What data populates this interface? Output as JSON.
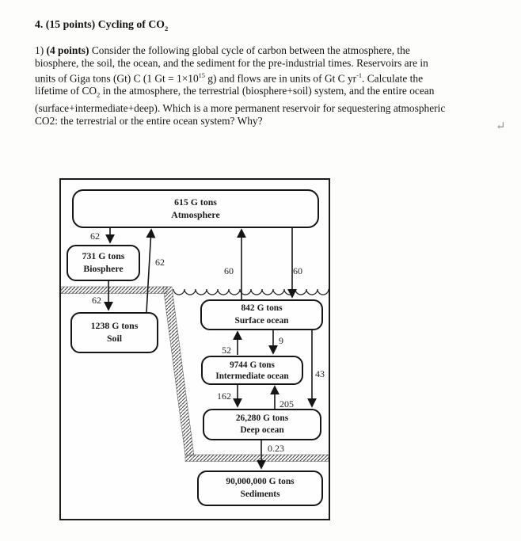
{
  "title": {
    "text": "4. (15 points) Cycling of CO",
    "sub": "2"
  },
  "question": {
    "l1_num": "1) ",
    "l1_bold": "(4 points)",
    "l1_rest": " Consider the following global cycle of carbon between the atmosphere, the",
    "l2": "biosphere, the soil, the ocean, and the sediment for the pre-industrial times. Reservoirs are in",
    "l3_a": "units of Giga tons (Gt) C (1 Gt = 1×10",
    "l3_sup1": "15",
    "l3_b": " g) and flows are in units of Gt C yr",
    "l3_sup2": "-1",
    "l3_c": ". Calculate the",
    "l4_a": "lifetime of CO",
    "l4_sub": "2",
    "l4_b": " in the atmosphere, the terrestrial (biosphere+soil) system, and the entire ocean",
    "l5": "(surface+intermediate+deep). Which is a more permanent reservoir for sequestering atmospheric",
    "l6": "CO2: the terrestrial or the entire ocean system? Why?"
  },
  "return_symbol": "↵",
  "diagram": {
    "units_note": "G tons",
    "reservoirs": [
      {
        "id": "atmosphere",
        "value": "615",
        "unit": "G tons",
        "name": "Atmosphere"
      },
      {
        "id": "biosphere",
        "value": "731",
        "unit": "G tons",
        "name": "Biosphere"
      },
      {
        "id": "soil",
        "value": "1238",
        "unit": "G tons",
        "name": "Soil"
      },
      {
        "id": "surface-ocean",
        "value": "842",
        "unit": "G tons",
        "name": "Surface ocean"
      },
      {
        "id": "intermediate-ocean",
        "value": "9744",
        "unit": "G tons",
        "name": "Intermediate ocean"
      },
      {
        "id": "deep-ocean",
        "value": "26,280",
        "unit": "G tons",
        "name": "Deep ocean"
      },
      {
        "id": "sediments",
        "value": "90,000,000",
        "unit": "G tons",
        "name": "Sediments"
      }
    ],
    "flows": [
      {
        "label": "62",
        "from": "atmosphere",
        "to": "biosphere"
      },
      {
        "label": "62",
        "from": "soil",
        "to": "atmosphere"
      },
      {
        "label": "62",
        "from": "biosphere",
        "to": "soil"
      },
      {
        "label": "60",
        "from": "surface-ocean",
        "to": "atmosphere"
      },
      {
        "label": "60",
        "from": "atmosphere",
        "to": "surface-ocean"
      },
      {
        "label": "52",
        "from": "intermediate-ocean",
        "to": "surface-ocean"
      },
      {
        "label": "9",
        "from": "surface-ocean",
        "to": "intermediate-ocean"
      },
      {
        "label": "43",
        "from": "surface-ocean",
        "to": "deep-ocean"
      },
      {
        "label": "162",
        "from": "intermediate-ocean",
        "to": "deep-ocean"
      },
      {
        "label": "205",
        "from": "deep-ocean",
        "to": "intermediate-ocean"
      },
      {
        "label": "0.23",
        "from": "deep-ocean",
        "to": "sediments"
      }
    ]
  }
}
